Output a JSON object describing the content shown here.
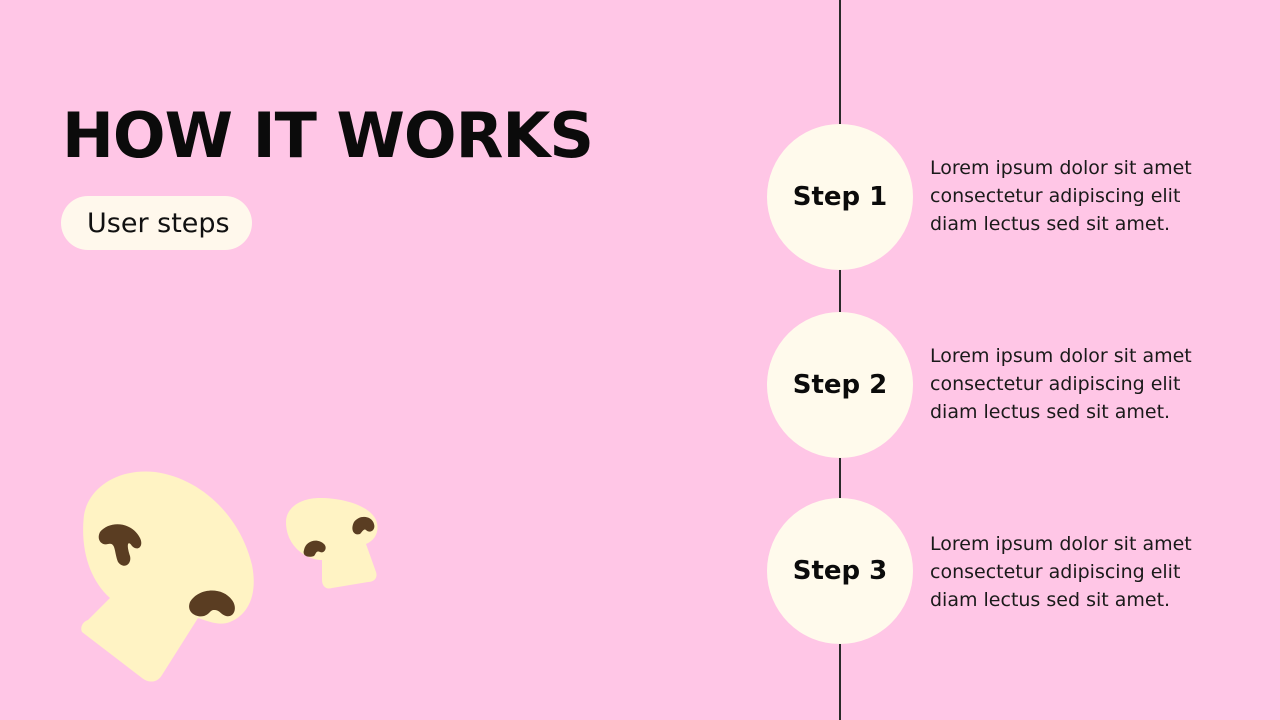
{
  "slide": {
    "title": "HOW IT WORKS",
    "subtitle_pill": "User steps"
  },
  "steps": [
    {
      "label": "Step 1",
      "description_lines": [
        "Lorem ipsum dolor sit amet",
        "consectetur adipiscing elit",
        "diam lectus sed sit amet."
      ]
    },
    {
      "label": "Step 2",
      "description_lines": [
        "Lorem ipsum dolor sit amet",
        "consectetur adipiscing elit",
        "diam lectus sed sit amet."
      ]
    },
    {
      "label": "Step 3",
      "description_lines": [
        "Lorem ipsum dolor sit amet",
        "consectetur adipiscing elit",
        "diam lectus sed sit amet."
      ]
    }
  ],
  "colors": {
    "background": "#ffc6e6",
    "circle_fill": "#fffaec",
    "pill_fill": "#fff8ec",
    "timeline_line": "#2a2a2a",
    "mushroom_cream": "#fff3c4",
    "mushroom_spot": "#5a3d22"
  },
  "illustration": {
    "icon": "mushroom-slices-illustration"
  }
}
